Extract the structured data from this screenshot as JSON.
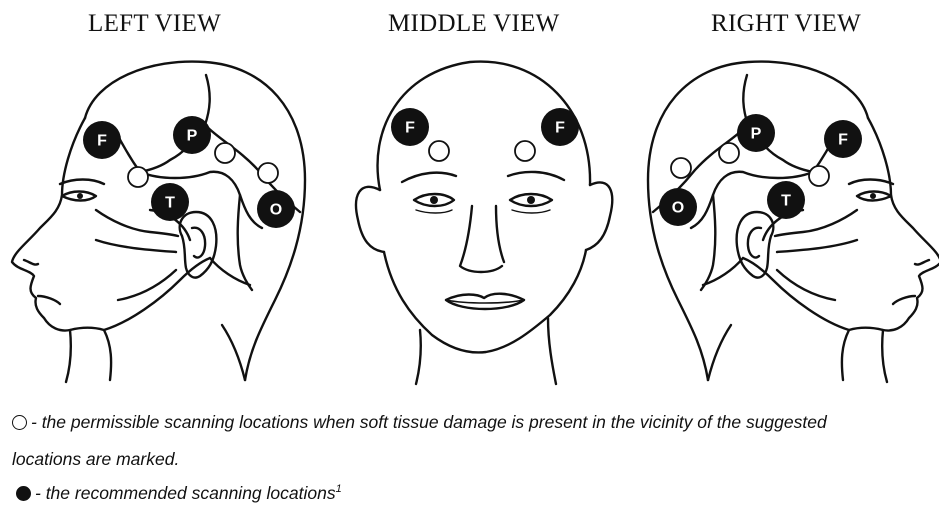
{
  "titles": {
    "left": "LEFT VIEW",
    "middle": "MIDDLE VIEW",
    "right": "RIGHT VIEW"
  },
  "markers": {
    "frontal": "F",
    "parietal": "P",
    "temporal": "T",
    "occipital": "O"
  },
  "legend": {
    "permissible_line1": "- the permissible scanning locations when soft tissue damage is present in the vicinity of the suggested",
    "permissible_line2": "locations are marked.",
    "recommended": "- the recommended scanning locations",
    "recommended_superscript": "1"
  },
  "colors": {
    "ink": "#111111",
    "marker_fill": "#111111",
    "marker_text": "#ffffff"
  }
}
